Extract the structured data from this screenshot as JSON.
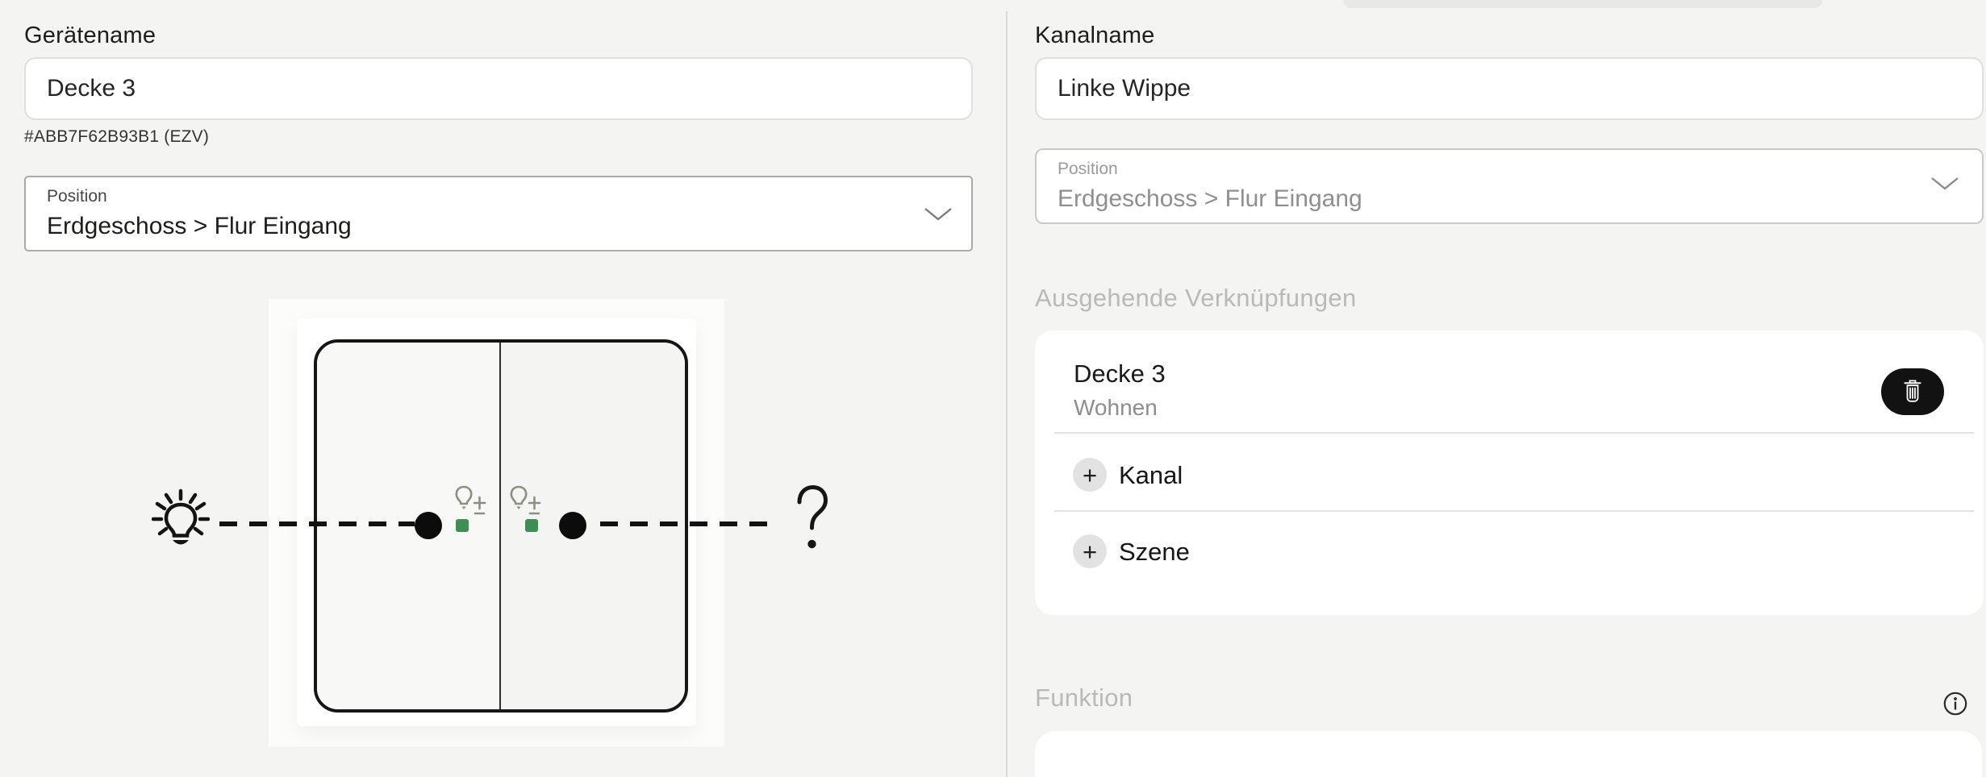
{
  "left": {
    "device_label": "Gerätename",
    "device_value": "Decke 3",
    "serial": "#ABB7F62B93B1 (EZV)",
    "position_label": "Position",
    "position_value": "Erdgeschoss > Flur Eingang"
  },
  "right": {
    "channel_label": "Kanalname",
    "channel_value": "Linke Wippe",
    "position_label": "Position",
    "position_value": "Erdgeschoss > Flur Eingang",
    "outgoing_heading": "Ausgehende Verknüpfungen",
    "link_title": "Decke 3",
    "link_subtitle": "Wohnen",
    "plus": "+",
    "add_channel": "Kanal",
    "add_scene": "Szene",
    "function_heading": "Funktion"
  },
  "illustration": {
    "question_mark": "?"
  },
  "colors": {
    "page_bg": "#f4f4f3",
    "text_dark": "#1d1d1b",
    "heading_gray": "#b9b9b9",
    "led_green": "#3f8e55",
    "button_black": "#121212",
    "border_light": "#dfdfdf",
    "divider": "#e2e2e2"
  }
}
